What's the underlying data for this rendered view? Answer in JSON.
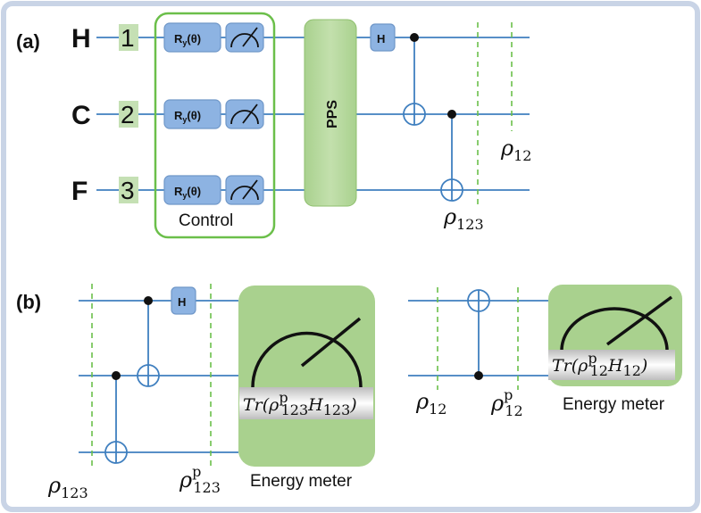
{
  "panel_a": {
    "label": "(a)",
    "qubits": [
      {
        "name": "H",
        "index": "1"
      },
      {
        "name": "C",
        "index": "2"
      },
      {
        "name": "F",
        "index": "3"
      }
    ],
    "ry_label": "R",
    "ry_sub": "y",
    "ry_arg": "(θ)",
    "control_label": "Control",
    "pps_label": "PPS",
    "h_gate": "H",
    "rho_12": "ρ",
    "rho_12_sub": "12",
    "rho_123": "ρ",
    "rho_123_sub": "123"
  },
  "panel_b": {
    "label": "(b)",
    "h_gate": "H",
    "rho_left_in": "ρ",
    "rho_left_in_sub": "123",
    "rho_left_out": "ρ",
    "rho_left_out_sup": "p",
    "rho_left_out_sub": "123",
    "tr_left": "Tr(ρ",
    "tr_left_sup": "p",
    "tr_left_sub": "123",
    "tr_left_H": "H",
    "tr_left_H_sub": "123",
    "tr_left_close": ")",
    "meter_label_left": "Energy meter",
    "rho_right_in": "ρ",
    "rho_right_in_sub": "12",
    "rho_right_out": "ρ",
    "rho_right_out_sup": "p",
    "rho_right_out_sub": "12",
    "tr_right": "Tr(ρ",
    "tr_right_sup": "p",
    "tr_right_sub": "12",
    "tr_right_H": "H",
    "tr_right_H_sub": "12",
    "tr_right_close": ")",
    "meter_label_right": "Energy meter"
  },
  "colors": {
    "wire": "#3f7fbf",
    "gate": "#8db3e2",
    "green_box": "#a9d18e",
    "green_border": "#6bbf4a",
    "frame": "#c9d4e6"
  }
}
